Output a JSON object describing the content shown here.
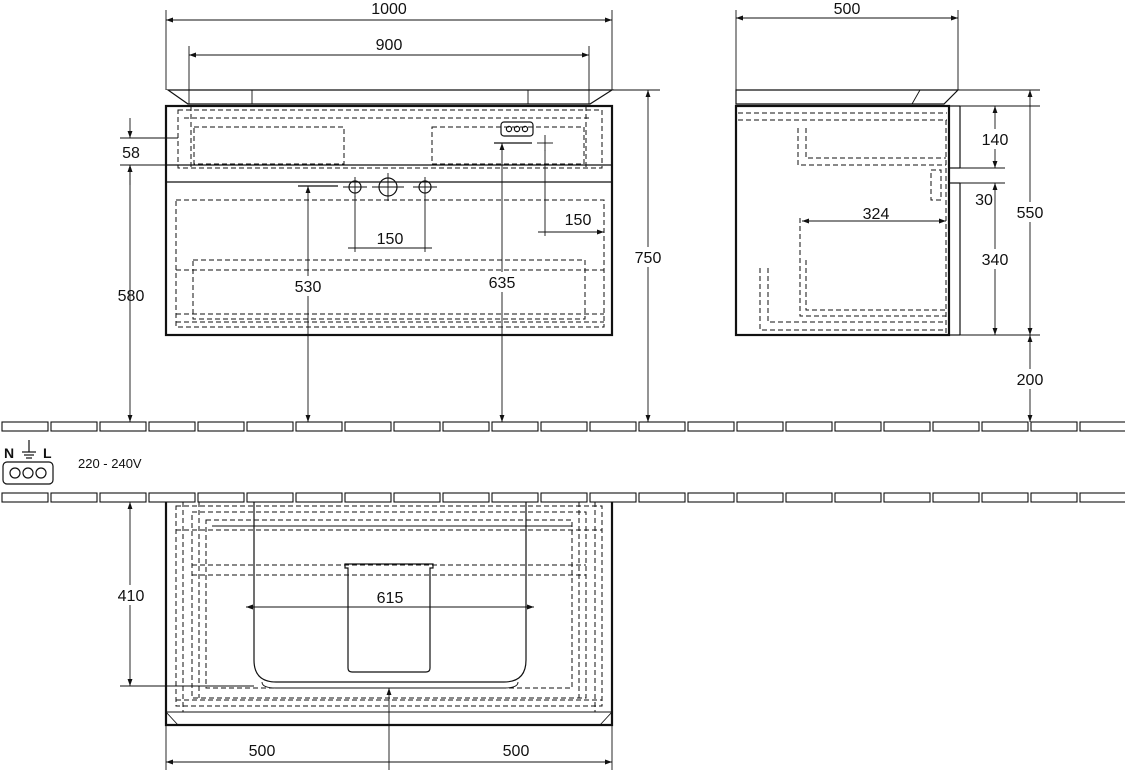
{
  "front_view": {
    "dimensions": {
      "overall_width": "1000",
      "inner_width": "900",
      "top_offset": "58",
      "height_to_top": "580",
      "left_tap_height": "530",
      "right_height": "635",
      "overall_height": "750",
      "tap_spacing": "150",
      "socket_offset": "150"
    }
  },
  "side_view": {
    "dimensions": {
      "depth": "500",
      "top_drawer": "140",
      "gap": "30",
      "bottom_drawer": "340",
      "inner_depth": "324",
      "cabinet_height": "550",
      "floor_clearance": "200"
    }
  },
  "electrical": {
    "labels": {
      "neutral": "N",
      "live": "L"
    },
    "voltage": "220 - 240V"
  },
  "plan_view": {
    "dimensions": {
      "depth": "410",
      "basin_width": "615",
      "left_half": "500",
      "right_half": "500"
    }
  }
}
